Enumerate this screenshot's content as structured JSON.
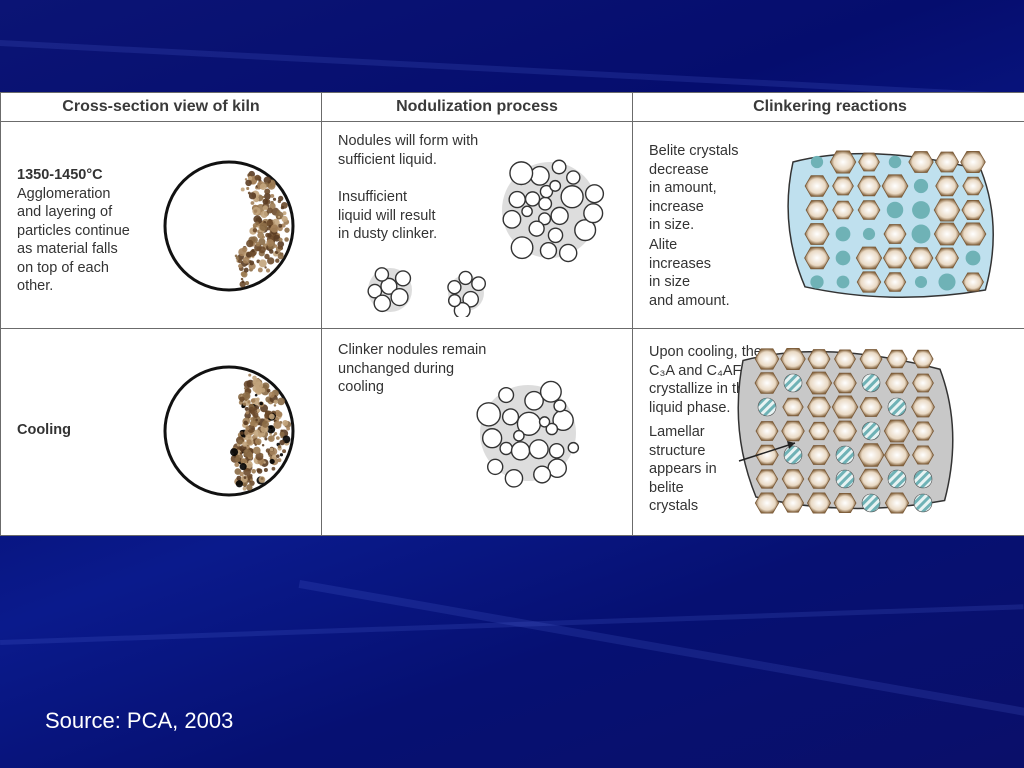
{
  "headers": {
    "kiln": "Cross-section view of kiln",
    "nodulization": "Nodulization process",
    "clinkering": "Clinkering reactions"
  },
  "row1": {
    "temp": "1350-1450°C",
    "kiln_text": [
      "Agglomeration",
      "and layering of",
      "particles continue",
      "as material falls",
      "on top of each",
      "other."
    ],
    "nod_text_a": [
      "Nodules will form with",
      "sufficient liquid."
    ],
    "nod_text_b": [
      "Insufficient",
      "liquid will result",
      "in dusty clinker."
    ],
    "clk_text_a": [
      "Belite crystals",
      "decrease",
      "in amount,",
      "increase",
      "in size."
    ],
    "clk_text_b": [
      "Alite",
      "increases",
      "in size",
      "and amount."
    ]
  },
  "row2": {
    "label": "Cooling",
    "nod_text": [
      "Clinker nodules remain",
      "unchanged during",
      "cooling"
    ],
    "clk_text_a_line1": "Upon cooling, the",
    "clk_text_a_c3a": "C₃A and C₄AF",
    "clk_text_a_line3": "crystallize in the",
    "clk_text_a_line4": "liquid phase.",
    "clk_text_b": [
      "Lamellar",
      "structure",
      "appears in",
      "belite",
      "crystals"
    ]
  },
  "footer": {
    "source": "Source: PCA, 2003"
  },
  "colors": {
    "background": "#06106e",
    "liquid_blue": "#bfe0ee",
    "liquid_grey": "#c8c8c8",
    "belite_teal": "#6fb2b6",
    "particle_brown": "#8a6a45"
  }
}
